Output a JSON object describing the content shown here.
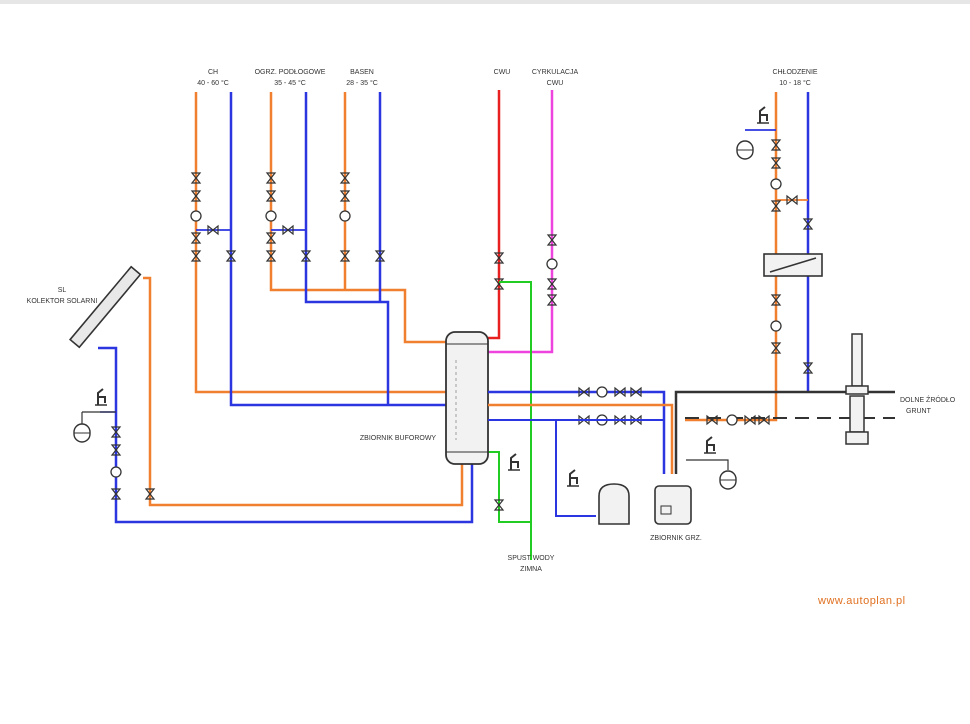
{
  "colors": {
    "hot": "#f08030",
    "cold": "#2b35e0",
    "dhw": "#e82020",
    "circulation": "#ee44dd",
    "drain": "#22cc22",
    "frame": "#333333",
    "footer": "#e07020"
  },
  "labels": {
    "collector": [
      "SL",
      "KOLEKTOR SOLARNI"
    ],
    "ch": [
      "CH",
      "40 - 60 °C"
    ],
    "floor_heating": [
      "OGRZ. PODŁOGOWE",
      "35 - 45 °C"
    ],
    "pool": [
      "BASEN",
      "28 - 35 °C"
    ],
    "dhw": [
      "CWU"
    ],
    "circulation": [
      "CYRKULACJA",
      "CWU"
    ],
    "cooling": [
      "CHŁODZENIE",
      "10 - 18 °C"
    ],
    "buffer_tank": [
      "ZBIORNIK BUFOROWY"
    ],
    "boiler": [
      "ZBIORNIK GRZ."
    ],
    "ground_source": [
      "DOLNE ŹRÓDŁO",
      "GRUNT"
    ],
    "drain": [
      "SPUST WODY",
      "ZIMNA"
    ]
  },
  "footer": "www.autoplan.pl"
}
